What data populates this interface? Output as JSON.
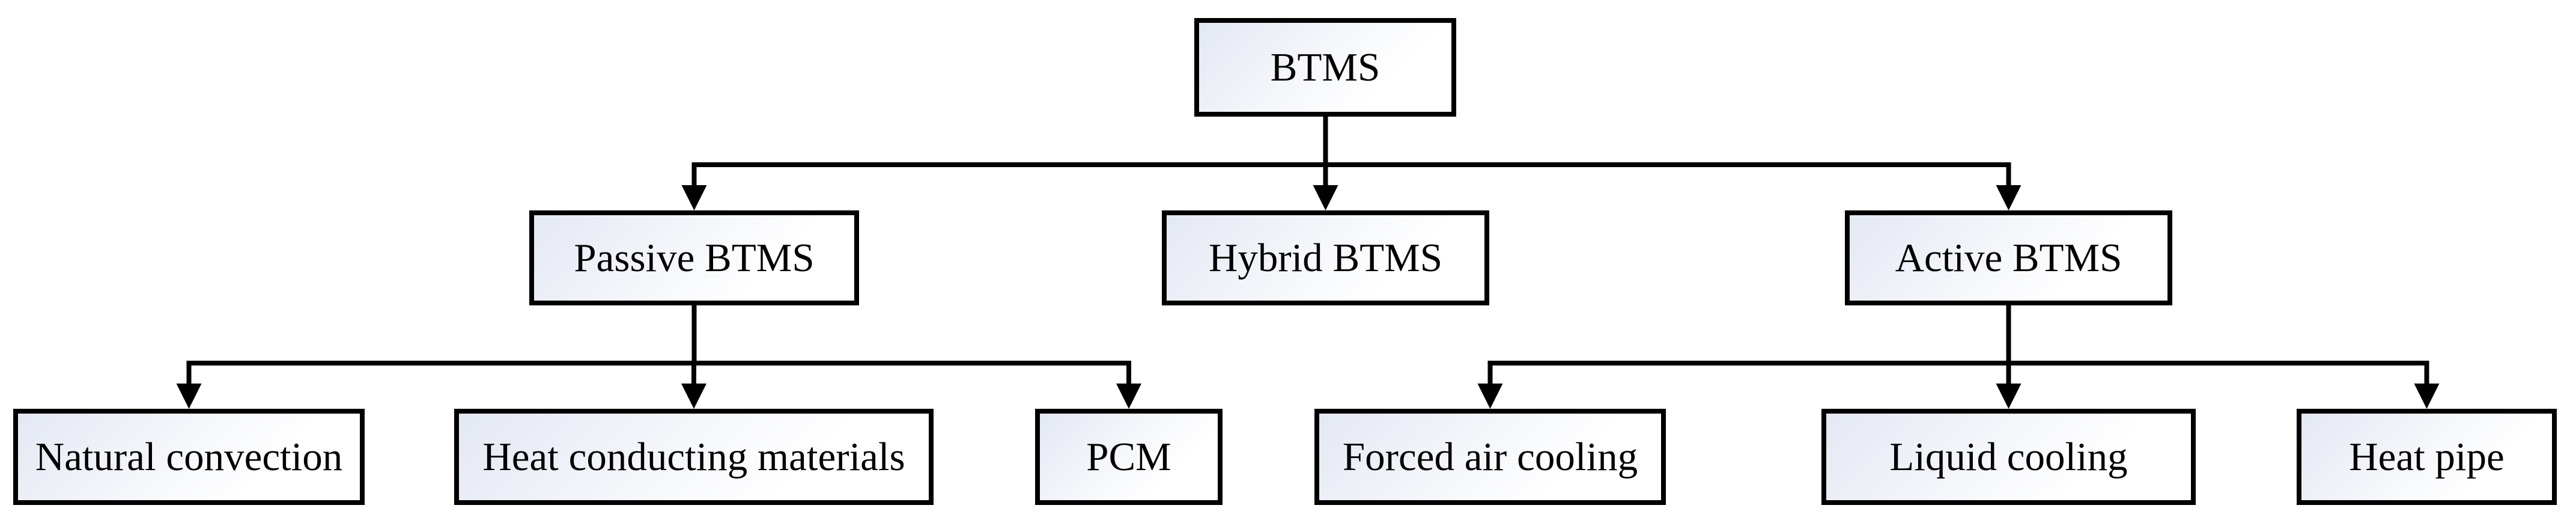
{
  "diagram": {
    "type": "flowchart",
    "topic": "BTMS classification",
    "colors": {
      "background": "#ffffff",
      "node_border": "#000000",
      "node_fill_start": "#e4e8f3",
      "node_fill_end": "#ffffff",
      "connector": "#000000",
      "text": "#000000"
    },
    "nodes": {
      "btms": {
        "label": "BTMS",
        "level": 1
      },
      "passive": {
        "label": "Passive BTMS",
        "level": 2
      },
      "hybrid": {
        "label": "Hybrid BTMS",
        "level": 2
      },
      "active": {
        "label": "Active BTMS",
        "level": 2
      },
      "natural": {
        "label": "Natural convection",
        "level": 3
      },
      "heatcond": {
        "label": "Heat conducting materials",
        "level": 3
      },
      "pcm": {
        "label": "PCM",
        "level": 3
      },
      "forced": {
        "label": "Forced air cooling",
        "level": 3
      },
      "liquid": {
        "label": "Liquid cooling",
        "level": 3
      },
      "heatpipe": {
        "label": "Heat pipe",
        "level": 3
      }
    },
    "edges": [
      {
        "from": "BTMS",
        "to": "Passive BTMS"
      },
      {
        "from": "BTMS",
        "to": "Hybrid BTMS"
      },
      {
        "from": "BTMS",
        "to": "Active BTMS"
      },
      {
        "from": "Passive BTMS",
        "to": "Natural convection"
      },
      {
        "from": "Passive BTMS",
        "to": "Heat conducting materials"
      },
      {
        "from": "Passive BTMS",
        "to": "PCM"
      },
      {
        "from": "Active BTMS",
        "to": "Forced air cooling"
      },
      {
        "from": "Active BTMS",
        "to": "Liquid cooling"
      },
      {
        "from": "Active BTMS",
        "to": "Heat pipe"
      }
    ]
  }
}
